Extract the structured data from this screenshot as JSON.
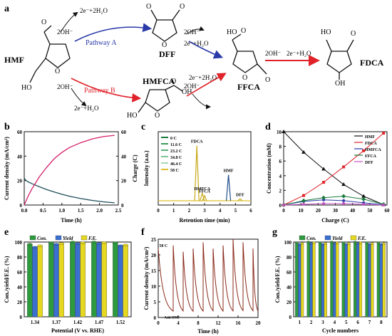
{
  "panel_a": {
    "label": "a",
    "hmf": "HMF",
    "dff": "DFF",
    "ffca": "FFCA",
    "fdca": "FDCA",
    "hmfca": "HMFCA",
    "pathway_a": "Pathway A",
    "pathway_b": "Pathway B",
    "oh": "2OH⁻",
    "e_h2o_top": "2e⁻+2H₂O",
    "e_h2o_bot": "2e⁻+H₂O",
    "colors": {
      "pathway_a": "#2b3aa8",
      "pathway_b": "#e0222a"
    }
  },
  "chart_data": [
    {
      "id": "b",
      "type": "line",
      "label": "b",
      "xlabel": "Time (h)",
      "ylabel_left": "Current density (mA/cm²)",
      "ylabel_right": "Charge (C)",
      "xlim": [
        0,
        2.5
      ],
      "ylim_left": [
        0,
        60
      ],
      "ylim_right": [
        0,
        60
      ],
      "xticks": [
        "0.0",
        "0.5",
        "1.0",
        "1.5",
        "2.0",
        "2.5"
      ],
      "yticks_left": [
        "0",
        "20",
        "40",
        "60"
      ],
      "yticks_right": [
        "0",
        "20",
        "40",
        "60"
      ],
      "series": [
        {
          "axis": "left",
          "color": "#1f4e5a",
          "x": [
            0,
            0.05,
            0.1,
            0.2,
            0.4,
            0.6,
            0.8,
            1.0,
            1.2,
            1.5,
            1.8,
            2.1,
            2.4
          ],
          "y": [
            22,
            20,
            19,
            17.5,
            15,
            12.6,
            10.6,
            8.8,
            7.2,
            5.3,
            3.8,
            2.6,
            1.8
          ]
        },
        {
          "axis": "right",
          "color": "#d4206a",
          "x": [
            0,
            0.1,
            0.2,
            0.4,
            0.6,
            0.8,
            1.0,
            1.2,
            1.5,
            1.8,
            2.1,
            2.4
          ],
          "y": [
            0,
            7,
            13,
            23,
            31,
            38,
            43,
            47,
            51,
            54,
            56,
            57
          ]
        }
      ]
    },
    {
      "id": "c",
      "type": "line",
      "label": "c",
      "xlabel": "Retention time (min)",
      "ylabel": "Intensity (a.u.)",
      "xlim": [
        0,
        6
      ],
      "xticks": [
        "0",
        "1",
        "2",
        "3",
        "4",
        "5",
        "6"
      ],
      "legend": [
        {
          "name": "0 C",
          "color": "#1a7a3c"
        },
        {
          "name": "11.6 C",
          "color": "#3a9a5a"
        },
        {
          "name": "23.2 C",
          "color": "#5bb07a"
        },
        {
          "name": "34.8 C",
          "color": "#7cc69a"
        },
        {
          "name": "46.4 C",
          "color": "#a8d8b8"
        },
        {
          "name": "58 C",
          "color": "#e0c030"
        }
      ],
      "peaks": [
        {
          "label": "FDCA",
          "x": 2.5,
          "height": 0.85
        },
        {
          "label": "HMFCA",
          "x": 2.85,
          "height": 0.12
        },
        {
          "label": "FFCA",
          "x": 3.0,
          "height": 0.08
        },
        {
          "label": "HMF",
          "x": 4.55,
          "height": 0.4
        },
        {
          "label": "DFF",
          "x": 5.3,
          "height": 0.03
        }
      ]
    },
    {
      "id": "d",
      "type": "line",
      "label": "d",
      "xlabel": "Charge (C)",
      "ylabel": "Concentration (mM)",
      "xlim": [
        0,
        60
      ],
      "ylim": [
        0,
        10
      ],
      "xticks": [
        "0",
        "10",
        "20",
        "30",
        "40",
        "50",
        "60"
      ],
      "yticks": [
        "0",
        "2",
        "4",
        "6",
        "8",
        "10"
      ],
      "x": [
        0,
        11.6,
        23.2,
        34.8,
        46.4,
        58
      ],
      "series": [
        {
          "name": "HMF",
          "color": "#111111",
          "marker": "triangle",
          "values": [
            10,
            7.2,
            4.9,
            2.8,
            1.2,
            0.05
          ]
        },
        {
          "name": "FDCA",
          "color": "#e0222a",
          "marker": "square",
          "values": [
            0,
            1.3,
            3.1,
            5.2,
            7.4,
            9.8
          ]
        },
        {
          "name": "HMFCA",
          "color": "#2b3aa8",
          "marker": "circle",
          "values": [
            0,
            0.5,
            0.7,
            0.6,
            0.3,
            0.05
          ]
        },
        {
          "name": "FFCA",
          "color": "#1a7a3c",
          "marker": "diamond",
          "values": [
            0,
            0.6,
            1.0,
            1.2,
            0.8,
            0.1
          ]
        },
        {
          "name": "DFF",
          "color": "#c050c0",
          "marker": "circle",
          "values": [
            0,
            0.1,
            0.2,
            0.2,
            0.1,
            0
          ]
        }
      ]
    },
    {
      "id": "e",
      "type": "bar",
      "label": "e",
      "xlabel": "Potential (V vs. RHE)",
      "ylabel": "Con./yield/F.E. (%)",
      "ylim": [
        0,
        100
      ],
      "yticks": [
        "0",
        "20",
        "40",
        "60",
        "80",
        "100"
      ],
      "categories": [
        "1.34",
        "1.37",
        "1.42",
        "1.47",
        "1.52"
      ],
      "series": [
        {
          "name": "Con.",
          "color": "#2e9a3e",
          "values": [
            97,
            99,
            100,
            100,
            99
          ]
        },
        {
          "name": "Yield",
          "color": "#3a6fd0",
          "values": [
            93,
            97,
            98,
            98,
            95
          ]
        },
        {
          "name": "F.E.",
          "color": "#e6d820",
          "values": [
            95,
            98,
            99,
            99,
            96
          ]
        }
      ]
    },
    {
      "id": "f",
      "type": "line",
      "label": "f",
      "xlabel": "Time (h)",
      "ylabel": "Current density (mA/cm²)",
      "xlim": [
        0,
        20
      ],
      "ylim": [
        0,
        25
      ],
      "xticks": [
        "0",
        "2",
        "4",
        "6",
        "8",
        "10",
        "12",
        "14",
        "16",
        "18",
        "20"
      ],
      "yticks": [
        "0",
        "5",
        "10",
        "15",
        "20",
        "25"
      ],
      "annotations": [
        "58 C",
        "Add HMF"
      ],
      "color": "#8a2a1a",
      "cycle_starts": [
        0,
        3,
        5,
        7,
        9,
        11,
        13,
        15,
        17,
        19
      ],
      "cycle_peaks": [
        21,
        22,
        20,
        21,
        23,
        21,
        22,
        24,
        23,
        21
      ]
    },
    {
      "id": "g",
      "type": "bar",
      "label": "g",
      "xlabel": "Cycle numbers",
      "ylabel": "Con./yield/F.E. (%)",
      "ylim": [
        0,
        100
      ],
      "yticks": [
        "0",
        "20",
        "40",
        "60",
        "80",
        "100"
      ],
      "categories": [
        "1",
        "2",
        "3",
        "4",
        "5",
        "6",
        "7",
        "8"
      ],
      "series": [
        {
          "name": "Con.",
          "color": "#2e9a3e",
          "values": [
            99,
            100,
            99,
            100,
            99,
            100,
            99,
            99
          ]
        },
        {
          "name": "Yield",
          "color": "#3a6fd0",
          "values": [
            97,
            98,
            97,
            98,
            97,
            98,
            97,
            97
          ]
        },
        {
          "name": "F.E.",
          "color": "#e6d820",
          "values": [
            98,
            99,
            98,
            99,
            98,
            99,
            98,
            98
          ]
        }
      ]
    }
  ]
}
